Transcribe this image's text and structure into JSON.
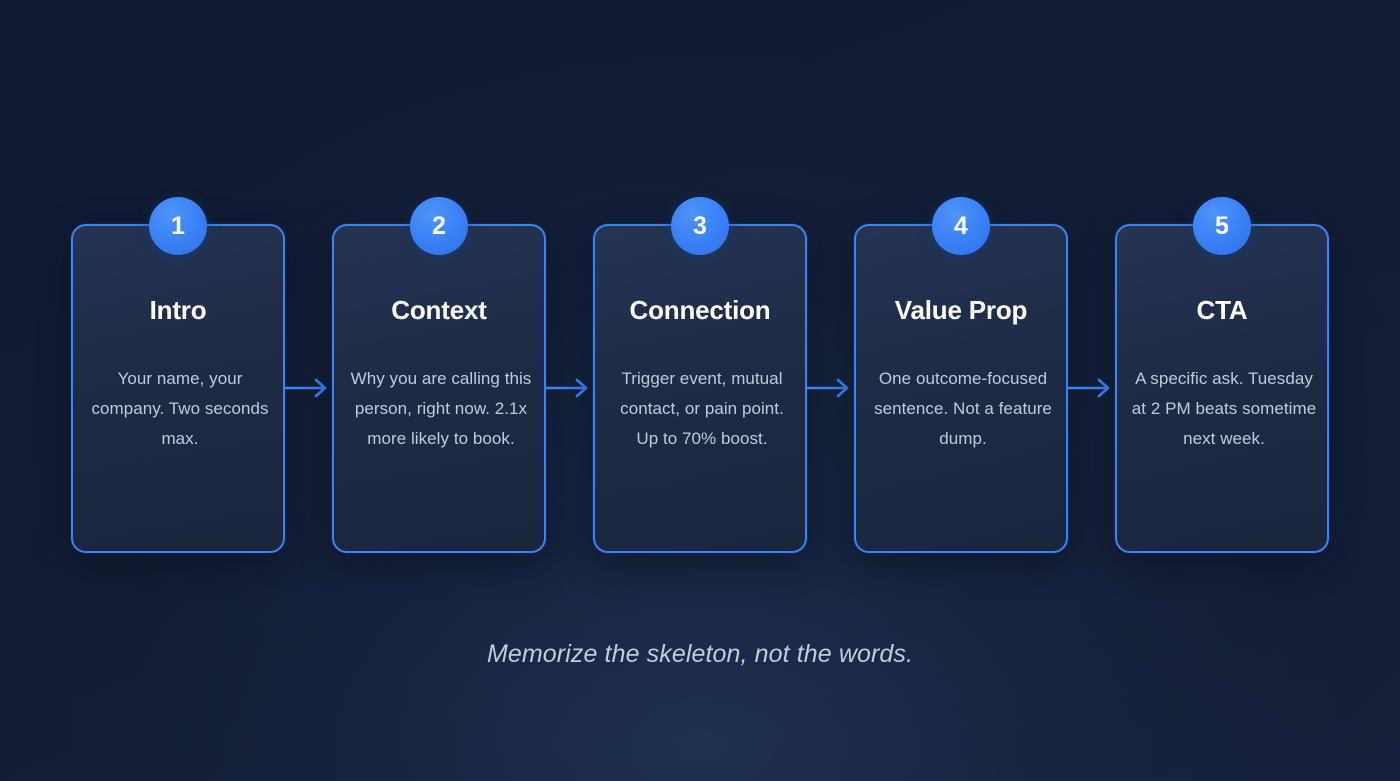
{
  "diagram": {
    "caption": "Memorize the skeleton, not the words.",
    "arrow_icon": "arrow-right-icon",
    "colors": {
      "accent": "#3b82f6",
      "card_fill": "#1e2c47",
      "background": "#111a31",
      "title_text": "#ffffff",
      "body_text": "#c2cad7"
    },
    "steps": [
      {
        "number": "1",
        "title": "Intro",
        "body": "Your name, your company. Two seconds max."
      },
      {
        "number": "2",
        "title": "Context",
        "body": "Why you are calling this person, right now. 2.1x more likely to book."
      },
      {
        "number": "3",
        "title": "Connection",
        "body": "Trigger event, mutual contact, or pain point. Up to 70% boost."
      },
      {
        "number": "4",
        "title": "Value Prop",
        "body": "One outcome-focused sentence. Not a feature dump."
      },
      {
        "number": "5",
        "title": "CTA",
        "body": "A specific ask. Tuesday at 2 PM beats sometime next week."
      }
    ]
  }
}
